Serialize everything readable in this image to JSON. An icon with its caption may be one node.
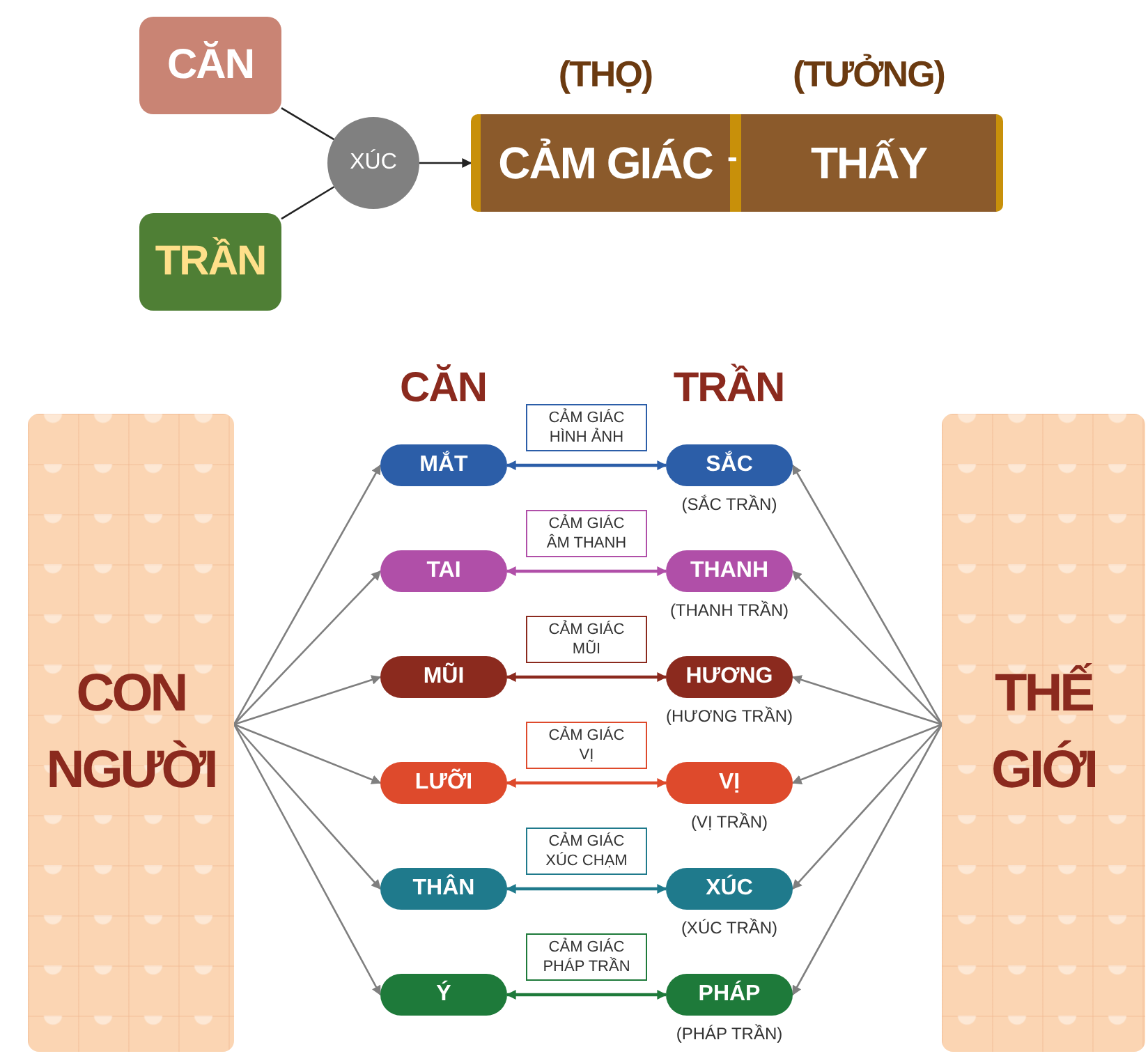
{
  "diagram": {
    "nodes": [
      {
        "text": [
          "CĂN"
        ]
      },
      {
        "text": [
          "TRẦN"
        ]
      },
      {
        "text": [
          "XÚC"
        ]
      },
      {
        "text": [
          "(THỌ)",
          "CẢM GIÁC"
        ]
      },
      {
        "text": [
          "(TƯỞNG)",
          "THẤY"
        ]
      },
      {
        "text": [
          "CON NGƯỜI"
        ]
      },
      {
        "text": [
          "THẾ GIỚI"
        ]
      },
      {
        "text": [
          "MẮT"
        ]
      },
      {
        "text": [
          "TAI"
        ]
      },
      {
        "text": [
          "MŨI"
        ]
      },
      {
        "text": [
          "LƯỠI"
        ]
      },
      {
        "text": [
          "THÂN"
        ]
      },
      {
        "text": [
          "Ý"
        ]
      },
      {
        "text": [
          "SẮC"
        ],
        "beside": [
          "(SẮC TRẦN)"
        ]
      },
      {
        "text": [
          "THANH"
        ],
        "beside": [
          "(THANH TRẦN)"
        ]
      },
      {
        "text": [
          "HƯƠNG"
        ],
        "beside": [
          "(HƯƠNG TRẦN)"
        ]
      },
      {
        "text": [
          "VỊ"
        ],
        "beside": [
          "(VỊ TRẦN)"
        ]
      },
      {
        "text": [
          "XÚC"
        ],
        "beside": [
          "(XÚC TRẦN)"
        ]
      },
      {
        "text": [
          "PHÁP"
        ],
        "beside": [
          "(PHÁP TRẦN)"
        ]
      }
    ],
    "edges": [
      {
        "from": 0,
        "to": 2,
        "arrow": "none",
        "color": "#222222"
      },
      {
        "from": 1,
        "to": 2,
        "arrow": "none",
        "color": "#222222"
      },
      {
        "from": 2,
        "to": 3,
        "arrow": "to",
        "color": "#222222"
      },
      {
        "from": 5,
        "to": 7,
        "arrow": "to"
      },
      {
        "from": 5,
        "to": 8,
        "arrow": "to"
      },
      {
        "from": 5,
        "to": 9,
        "arrow": "to"
      },
      {
        "from": 5,
        "to": 10,
        "arrow": "to"
      },
      {
        "from": 5,
        "to": 11,
        "arrow": "to"
      },
      {
        "from": 5,
        "to": 12,
        "arrow": "to"
      },
      {
        "from": 6,
        "to": 13,
        "arrow": "to"
      },
      {
        "from": 6,
        "to": 14,
        "arrow": "to"
      },
      {
        "from": 6,
        "to": 15,
        "arrow": "to"
      },
      {
        "from": 6,
        "to": 16,
        "arrow": "to"
      },
      {
        "from": 6,
        "to": 17,
        "arrow": "to"
      },
      {
        "from": 6,
        "to": 18,
        "arrow": "to"
      },
      {
        "from": 7,
        "to": 13,
        "arrow": "both",
        "label": "CẢM GIÁC HÌNH ẢNH",
        "color": "#2c5ea8"
      },
      {
        "from": 8,
        "to": 14,
        "arrow": "both",
        "label": "CẢM GIÁC ÂM THANH",
        "color": "#b04fa8"
      },
      {
        "from": 9,
        "to": 15,
        "arrow": "both",
        "label": "CẢM GIÁC MŨI",
        "color": "#8b2a1e"
      },
      {
        "from": 10,
        "to": 16,
        "arrow": "both",
        "label": "CẢM GIÁC VỊ",
        "color": "#de4a2c"
      },
      {
        "from": 11,
        "to": 17,
        "arrow": "both",
        "label": "CẢM GIÁC XÚC CHẠM",
        "color": "#1f7a8c"
      },
      {
        "from": 12,
        "to": 18,
        "arrow": "both",
        "label": "CẢM GIÁC PHÁP TRẦN",
        "color": "#1e7a3a"
      }
    ],
    "labels": [
      "-",
      "CĂN",
      "TRẦN"
    ]
  }
}
